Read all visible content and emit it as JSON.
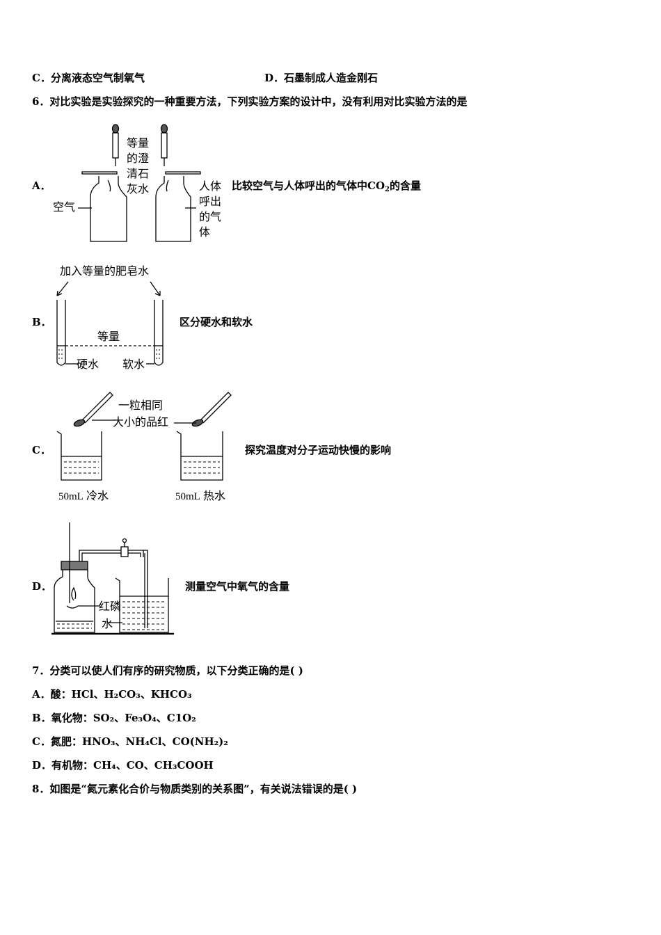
{
  "q5_options": {
    "c": {
      "letter": "C．",
      "text": "分离液态空气制氧气"
    },
    "d": {
      "letter": "D．",
      "text": "石墨制成人造金刚石"
    }
  },
  "q6": {
    "stem": "6．对比实验是实验探究的一种重要方法，下列实验方案的设计中，没有利用对比实验方法的是",
    "a": {
      "letter": "A．",
      "desc_pre": "比较空气与人体呼出的气体中",
      "desc_formula": "CO",
      "desc_sub": "2",
      "desc_post": "的含量",
      "fig": {
        "drop_label": [
          "等量",
          "的澄",
          "清石",
          "灰水"
        ],
        "left_label": "空气",
        "right_label": [
          "人体",
          "呼出",
          "的气",
          "体"
        ]
      }
    },
    "b": {
      "letter": "B．",
      "desc": "区分硬水和软水",
      "fig": {
        "top_label": "加入等量的肥皂水",
        "mid_label": "等量",
        "left_label": "硬水",
        "right_label": "软水"
      }
    },
    "c": {
      "letter": "C．",
      "desc": "探究温度对分子运动快慢的影响",
      "fig": {
        "label_line1": "一粒相同",
        "label_line2": "大小的品红",
        "left_vol": "50mL",
        "left_kind": "冷水",
        "right_vol": "50mL",
        "right_kind": "热水"
      }
    },
    "d": {
      "letter": "D．",
      "desc": "测量空气中氧气的含量",
      "fig": {
        "phos_label": "红磷",
        "water_label": "水"
      }
    }
  },
  "q7": {
    "stem": "7．分类可以使人们有序的研究物质，以下分类正确的是( )",
    "a": {
      "letter": "A．",
      "cat": "酸：",
      "items": [
        "HCl",
        "H₂CO₃",
        "KHCO₃"
      ]
    },
    "b": {
      "letter": "B．",
      "cat": "氧化物：",
      "items": [
        "SO₂",
        "Fe₃O₄",
        "C1O₂"
      ]
    },
    "c": {
      "letter": "C．",
      "cat": "氮肥：",
      "items": [
        "HNO₃",
        "NH₄Cl",
        "CO(NH₂)₂"
      ]
    },
    "d": {
      "letter": "D．",
      "cat": "有机物：",
      "items": [
        "CH₄",
        "CO",
        "CH₃COOH"
      ]
    }
  },
  "q8": {
    "stem": "8．如图是“氮元素化合价与物质类别的关系图”，有关说法错误的是( )"
  }
}
